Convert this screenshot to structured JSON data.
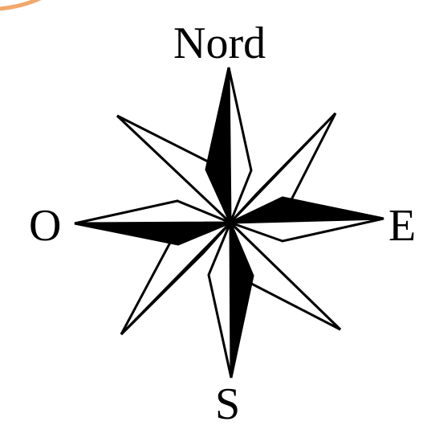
{
  "labels": {
    "north": "Nord",
    "east": "E",
    "south": "S",
    "west": "O"
  },
  "colors": {
    "ink": "#000000",
    "paper": "#ffffff",
    "accent_stroke": "#f2a76b"
  }
}
